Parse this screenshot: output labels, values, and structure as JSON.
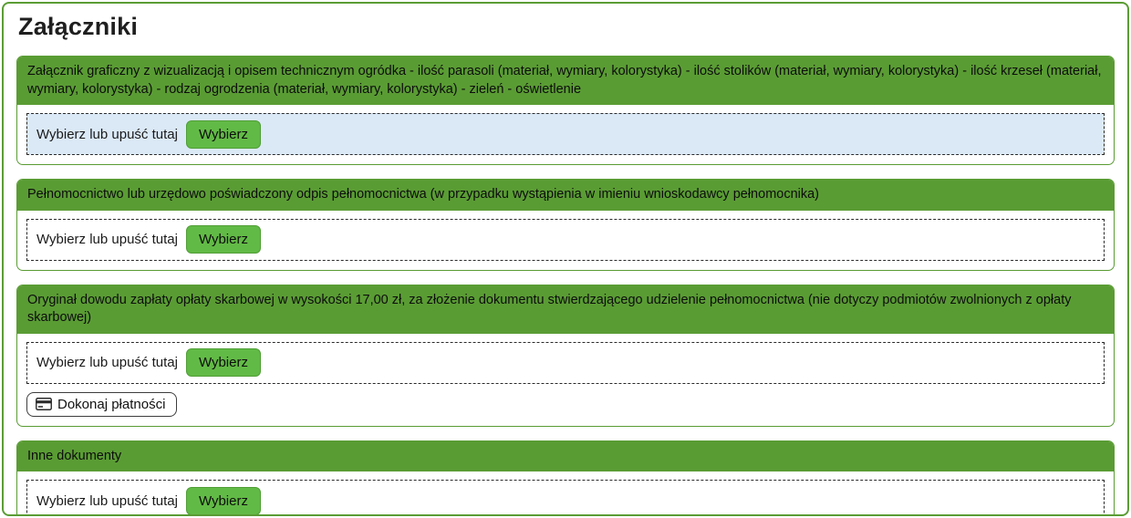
{
  "page": {
    "title": "Załączniki"
  },
  "dropzone": {
    "label": "Wybierz lub upuść tutaj",
    "button_label": "Wybierz"
  },
  "sections": [
    {
      "header": "Załącznik graficzny z wizualizacją i opisem technicznym ogródka - ilość parasoli (materiał, wymiary, kolorystyka) - ilość stolików (materiał, wymiary, kolorystyka) - ilość krzeseł (materiał, wymiary, kolorystyka) - rodzaj ogrodzenia (materiał, wymiary, kolorystyka) - zieleń - oświetlenie",
      "dropzone_highlighted": true
    },
    {
      "header": "Pełnomocnictwo lub urzędowo poświadczony odpis pełnomocnictwa (w przypadku wystąpienia w imieniu wnioskodawcy pełnomocnika)",
      "dropzone_highlighted": false
    },
    {
      "header": "Oryginał dowodu zapłaty opłaty skarbowej w wysokości 17,00 zł, za złożenie dokumentu stwierdzającego udzielenie pełnomocnictwa (nie dotyczy podmiotów zwolnionych z opłaty skarbowej)",
      "dropzone_highlighted": false,
      "payment_button_label": "Dokonaj płatności",
      "payment_button_icon": "credit-card-icon"
    },
    {
      "header": "Inne dokumenty",
      "dropzone_highlighted": false
    }
  ],
  "colors": {
    "panel_green": "#5a9c34",
    "button_green": "#62ba46",
    "button_green_border": "#4f9e35",
    "dropzone_highlight_blue": "#dbe9f7",
    "page_border_green": "#5a9c34"
  }
}
